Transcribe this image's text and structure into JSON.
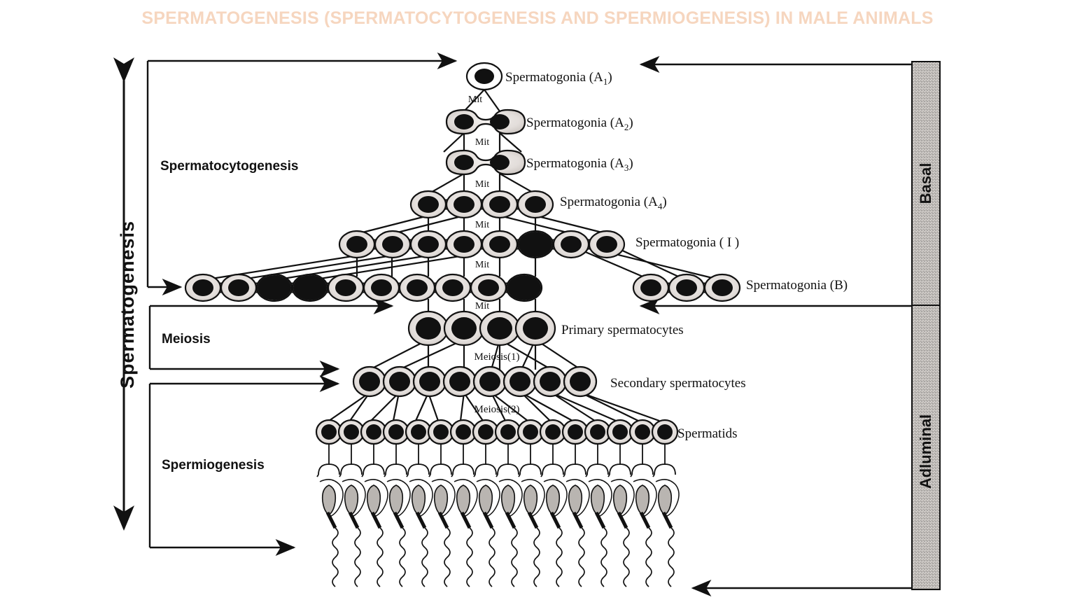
{
  "title": "SPERMATOGENESIS (SPERMATOCYTOGENESIS AND SPERMIOGENESIS) IN MALE ANIMALS",
  "title_color": "#f6d6bf",
  "left_axis": {
    "label": "Spermatogenesis"
  },
  "stages": [
    {
      "id": "spermatocytogenesis",
      "label": "Spermatocytogenesis"
    },
    {
      "id": "meiosis",
      "label": "Meiosis"
    },
    {
      "id": "spermiogenesis",
      "label": "Spermiogenesis"
    }
  ],
  "compartments": [
    {
      "id": "basal",
      "label": "Basal"
    },
    {
      "id": "adluminal",
      "label": "Adluminal"
    }
  ],
  "division_labels": [
    {
      "id": "mit-1",
      "label": "Mit"
    },
    {
      "id": "mit-2",
      "label": "Mit"
    },
    {
      "id": "mit-3",
      "label": "Mit"
    },
    {
      "id": "mit-4",
      "label": "Mit"
    },
    {
      "id": "mit-5",
      "label": "Mit"
    },
    {
      "id": "mit-6",
      "label": "Mit"
    },
    {
      "id": "meiosis-1",
      "label": "Meiosis(1)"
    },
    {
      "id": "meiosis-2",
      "label": "Meiosis(2)"
    }
  ],
  "cell_rows": [
    {
      "id": "a1",
      "label": "Spermatogonia (A",
      "sub": "1",
      "tail": ")",
      "cells": 1
    },
    {
      "id": "a2",
      "label": "Spermatogonia (A",
      "sub": "2",
      "tail": ")",
      "cells": 2
    },
    {
      "id": "a3",
      "label": "Spermatogonia (A",
      "sub": "3",
      "tail": ")",
      "cells": 2
    },
    {
      "id": "a4",
      "label": "Spermatogonia (A",
      "sub": "4",
      "tail": ")",
      "cells": 4
    },
    {
      "id": "i",
      "label": "Spermatogonia ( I )",
      "sub": "",
      "tail": "",
      "cells": 8
    },
    {
      "id": "b",
      "label": "Spermatogonia (B)",
      "sub": "",
      "tail": "",
      "cells": 13
    },
    {
      "id": "primary",
      "label": "Primary spermatocytes",
      "sub": "",
      "tail": "",
      "cells": 4
    },
    {
      "id": "secondary",
      "label": "Secondary spermatocytes",
      "sub": "",
      "tail": "",
      "cells": 8
    },
    {
      "id": "spermatids",
      "label": "Spermatids",
      "sub": "",
      "tail": "",
      "cells": 16
    }
  ],
  "chart_data": {
    "type": "diagram",
    "title": "Spermatogenesis cell lineage",
    "series": [
      {
        "name": "Spermatogonia (A1)",
        "count": 1
      },
      {
        "name": "Spermatogonia (A2)",
        "count": 2
      },
      {
        "name": "Spermatogonia (A3)",
        "count": 2
      },
      {
        "name": "Spermatogonia (A4)",
        "count": 4
      },
      {
        "name": "Spermatogonia (I)",
        "count": 8
      },
      {
        "name": "Spermatogonia (B)",
        "count": 13
      },
      {
        "name": "Primary spermatocytes",
        "count": 4
      },
      {
        "name": "Secondary spermatocytes",
        "count": 8
      },
      {
        "name": "Spermatids",
        "count": 16
      },
      {
        "name": "Spermatozoa",
        "count": 16
      }
    ]
  }
}
